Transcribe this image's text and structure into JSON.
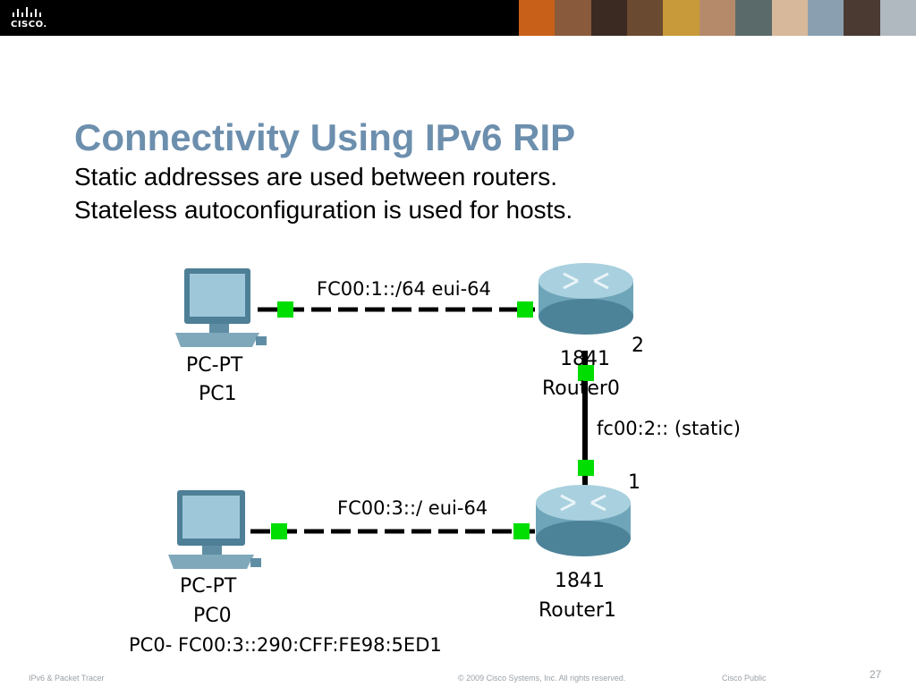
{
  "header": {
    "logo_text": "CISCO."
  },
  "slide": {
    "title": "Connectivity Using IPv6 RIP",
    "subtitle_lines": [
      "Static addresses are used between routers.",
      "Stateless autoconfiguration is used for hosts."
    ]
  },
  "diagram": {
    "pc1": {
      "type": "PC-PT",
      "name": "PC1"
    },
    "pc0": {
      "type": "PC-PT",
      "name": "PC0"
    },
    "router0": {
      "model": "1841",
      "name": "Router0"
    },
    "router1": {
      "model": "1841",
      "name": "Router1"
    },
    "links": {
      "pc1_router0": "FC00:1::/64 eui-64",
      "router0_router1": "fc00:2:: (static)",
      "pc0_router1": "FC00:3::/ eui-64"
    },
    "interface_labels": {
      "router0_side": "2",
      "router1_side": "1"
    },
    "pc0_address": "PC0- FC00:3::290:CFF:FE98:5ED1",
    "colors": {
      "link": "#000000",
      "port_up": "#00dd00",
      "router": "#7fb3c6",
      "pc": "#6f9fb5"
    }
  },
  "footer": {
    "left": "IPv6 & Packet Tracer",
    "copyright": "© 2009 Cisco Systems, Inc. All rights reserved.",
    "classification": "Cisco Public",
    "page_number": "27"
  }
}
